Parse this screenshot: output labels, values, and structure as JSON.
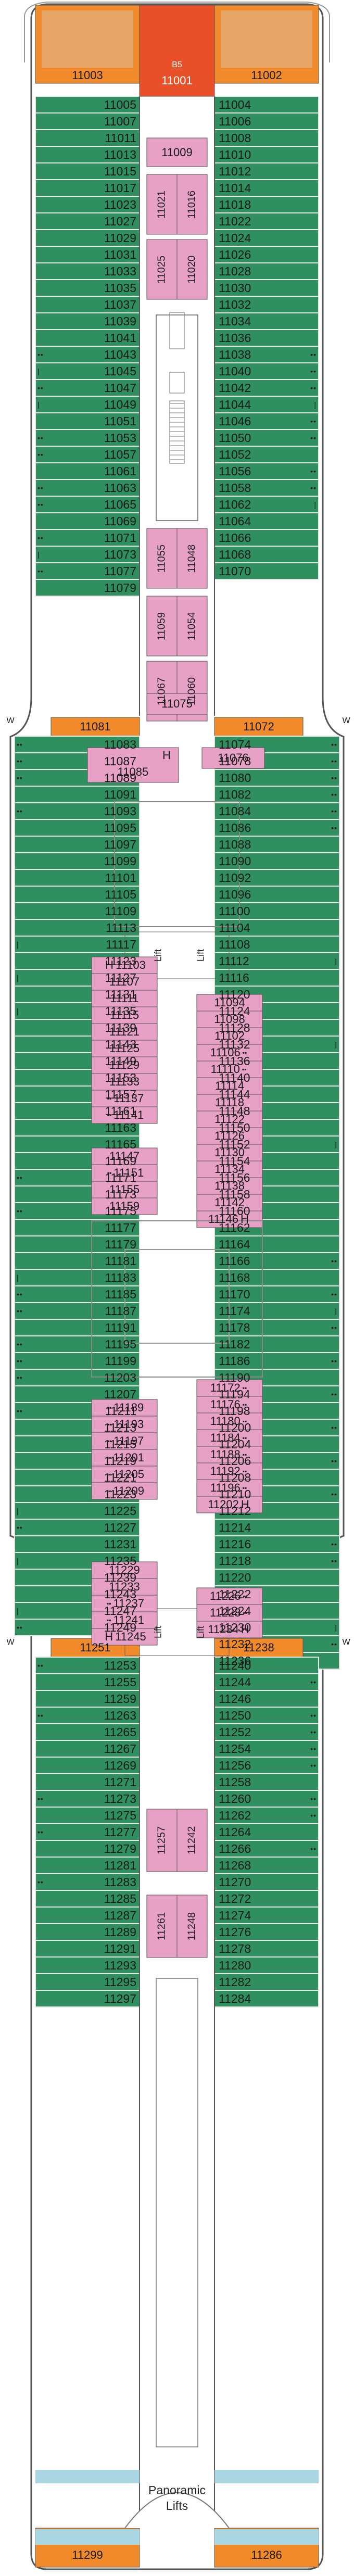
{
  "colors": {
    "balcony": "#2f8f5e",
    "interior": "#e7a0c6",
    "suite_orange": "#f08a2a",
    "suite_red": "#e8502a",
    "lift_glass": "#a9d6e0",
    "corridor": "#ffffff",
    "outline": "#555555"
  },
  "top": {
    "left": "11003",
    "center_top": "B5",
    "center": "11001",
    "right": "11002"
  },
  "left_column": [
    {
      "n": "11005",
      "m": ""
    },
    {
      "n": "11007",
      "m": ""
    },
    {
      "n": "11011",
      "m": ""
    },
    {
      "n": "11013",
      "m": ""
    },
    {
      "n": "11015",
      "m": ""
    },
    {
      "n": "11017",
      "m": ""
    },
    {
      "n": "11023",
      "m": ""
    },
    {
      "n": "11027",
      "m": ""
    },
    {
      "n": "11029",
      "m": ""
    },
    {
      "n": "11031",
      "m": ""
    },
    {
      "n": "11033",
      "m": ""
    },
    {
      "n": "11035",
      "m": ""
    },
    {
      "n": "11037",
      "m": ""
    },
    {
      "n": "11039",
      "m": ""
    },
    {
      "n": "11041",
      "m": ""
    },
    {
      "n": "11043",
      "m": "••"
    },
    {
      "n": "11045",
      "m": "|"
    },
    {
      "n": "11047",
      "m": "••"
    },
    {
      "n": "11049",
      "m": "|"
    },
    {
      "n": "11051",
      "m": ""
    },
    {
      "n": "11053",
      "m": "••"
    },
    {
      "n": "11057",
      "m": "••"
    },
    {
      "n": "11061",
      "m": ""
    },
    {
      "n": "11063",
      "m": "••"
    },
    {
      "n": "11065",
      "m": "••"
    },
    {
      "n": "11069",
      "m": ""
    },
    {
      "n": "11071",
      "m": "••"
    },
    {
      "n": "11073",
      "m": "|"
    },
    {
      "n": "11077",
      "m": "••"
    },
    {
      "n": "11079",
      "m": ""
    }
  ],
  "left_orange_1": "11081",
  "left_column_2": [
    {
      "n": "11083",
      "m": "••"
    },
    {
      "n": "11087",
      "m": "••"
    },
    {
      "n": "11089",
      "m": "••"
    },
    {
      "n": "11091",
      "m": ""
    },
    {
      "n": "11093",
      "m": "••"
    },
    {
      "n": "11095",
      "m": ""
    },
    {
      "n": "11097",
      "m": ""
    },
    {
      "n": "11099",
      "m": ""
    },
    {
      "n": "11101",
      "m": ""
    },
    {
      "n": "11105",
      "m": ""
    },
    {
      "n": "11109",
      "m": ""
    },
    {
      "n": "11113",
      "m": ""
    },
    {
      "n": "11117",
      "m": "|"
    },
    {
      "n": "11123",
      "m": ""
    },
    {
      "n": "11127",
      "m": "|"
    },
    {
      "n": "11131",
      "m": ""
    },
    {
      "n": "11135",
      "m": "|"
    },
    {
      "n": "11139",
      "m": ""
    },
    {
      "n": "11143",
      "m": ""
    },
    {
      "n": "11149",
      "m": ""
    },
    {
      "n": "11153",
      "m": ""
    },
    {
      "n": "11157",
      "m": ""
    },
    {
      "n": "11161",
      "m": ""
    },
    {
      "n": "11163",
      "m": ""
    },
    {
      "n": "11165",
      "m": ""
    },
    {
      "n": "11169",
      "m": ""
    },
    {
      "n": "11171",
      "m": "••"
    },
    {
      "n": "11173",
      "m": ""
    },
    {
      "n": "11175",
      "m": "••"
    },
    {
      "n": "11177",
      "m": ""
    },
    {
      "n": "11179",
      "m": ""
    },
    {
      "n": "11181",
      "m": ""
    },
    {
      "n": "11183",
      "m": "|"
    },
    {
      "n": "11185",
      "m": "••"
    },
    {
      "n": "11187",
      "m": "••"
    },
    {
      "n": "11191",
      "m": ""
    },
    {
      "n": "11195",
      "m": "••"
    },
    {
      "n": "11199",
      "m": "••"
    },
    {
      "n": "11203",
      "m": "••"
    },
    {
      "n": "11207",
      "m": ""
    },
    {
      "n": "11211",
      "m": "••"
    },
    {
      "n": "11213",
      "m": ""
    },
    {
      "n": "11215",
      "m": ""
    },
    {
      "n": "11219",
      "m": ""
    },
    {
      "n": "11221",
      "m": ""
    },
    {
      "n": "11223",
      "m": ""
    },
    {
      "n": "11225",
      "m": "|"
    },
    {
      "n": "11227",
      "m": "••"
    },
    {
      "n": "11231",
      "m": ""
    },
    {
      "n": "11235",
      "m": "|"
    },
    {
      "n": "11239",
      "m": ""
    },
    {
      "n": "11243",
      "m": ""
    },
    {
      "n": "11247",
      "m": "|"
    },
    {
      "n": "11249",
      "m": "••"
    }
  ],
  "left_orange_2": "11251",
  "left_column_3": [
    {
      "n": "11253",
      "m": "••"
    },
    {
      "n": "11255",
      "m": ""
    },
    {
      "n": "11259",
      "m": ""
    },
    {
      "n": "11263",
      "m": "••"
    },
    {
      "n": "11265",
      "m": ""
    },
    {
      "n": "11267",
      "m": ""
    },
    {
      "n": "11269",
      "m": ""
    },
    {
      "n": "11271",
      "m": ""
    },
    {
      "n": "11273",
      "m": "••"
    },
    {
      "n": "11275",
      "m": ""
    },
    {
      "n": "11277",
      "m": "••"
    },
    {
      "n": "11279",
      "m": ""
    },
    {
      "n": "11281",
      "m": ""
    },
    {
      "n": "11283",
      "m": "••"
    },
    {
      "n": "11285",
      "m": ""
    },
    {
      "n": "11287",
      "m": ""
    },
    {
      "n": "11289",
      "m": ""
    },
    {
      "n": "11291",
      "m": ""
    },
    {
      "n": "11293",
      "m": ""
    },
    {
      "n": "11295",
      "m": ""
    },
    {
      "n": "11297",
      "m": ""
    }
  ],
  "left_bottom": "11299",
  "right_column": [
    {
      "n": "11004",
      "m": ""
    },
    {
      "n": "11006",
      "m": ""
    },
    {
      "n": "11008",
      "m": ""
    },
    {
      "n": "11010",
      "m": ""
    },
    {
      "n": "11012",
      "m": ""
    },
    {
      "n": "11014",
      "m": ""
    },
    {
      "n": "11018",
      "m": ""
    },
    {
      "n": "11022",
      "m": ""
    },
    {
      "n": "11024",
      "m": ""
    },
    {
      "n": "11026",
      "m": ""
    },
    {
      "n": "11028",
      "m": ""
    },
    {
      "n": "11030",
      "m": ""
    },
    {
      "n": "11032",
      "m": ""
    },
    {
      "n": "11034",
      "m": ""
    },
    {
      "n": "11036",
      "m": ""
    },
    {
      "n": "11038",
      "m": "••"
    },
    {
      "n": "11040",
      "m": "••"
    },
    {
      "n": "11042",
      "m": "••"
    },
    {
      "n": "11044",
      "m": "|"
    },
    {
      "n": "11046",
      "m": "••"
    },
    {
      "n": "11050",
      "m": "••"
    },
    {
      "n": "11052",
      "m": ""
    },
    {
      "n": "11056",
      "m": "••"
    },
    {
      "n": "11058",
      "m": "••"
    },
    {
      "n": "11062",
      "m": "|"
    },
    {
      "n": "11064",
      "m": ""
    },
    {
      "n": "11066",
      "m": ""
    },
    {
      "n": "11068",
      "m": ""
    },
    {
      "n": "11070",
      "m": ""
    }
  ],
  "right_orange_1": "11072",
  "right_column_2": [
    {
      "n": "11074",
      "m": "••"
    },
    {
      "n": "11078",
      "m": "••"
    },
    {
      "n": "11080",
      "m": "••"
    },
    {
      "n": "11082",
      "m": "••"
    },
    {
      "n": "11084",
      "m": "••"
    },
    {
      "n": "11086",
      "m": "••"
    },
    {
      "n": "11088",
      "m": ""
    },
    {
      "n": "11090",
      "m": ""
    },
    {
      "n": "11092",
      "m": ""
    },
    {
      "n": "11096",
      "m": ""
    },
    {
      "n": "11100",
      "m": ""
    },
    {
      "n": "11104",
      "m": ""
    },
    {
      "n": "11108",
      "m": ""
    },
    {
      "n": "11112",
      "m": "|"
    },
    {
      "n": "11116",
      "m": ""
    },
    {
      "n": "11120",
      "m": ""
    },
    {
      "n": "11124",
      "m": ""
    },
    {
      "n": "11128",
      "m": ""
    },
    {
      "n": "11132",
      "m": "|"
    },
    {
      "n": "11136",
      "m": ""
    },
    {
      "n": "11140",
      "m": ""
    },
    {
      "n": "11144",
      "m": ""
    },
    {
      "n": "11148",
      "m": ""
    },
    {
      "n": "11150",
      "m": ""
    },
    {
      "n": "11152",
      "m": "|"
    },
    {
      "n": "11154",
      "m": ""
    },
    {
      "n": "11156",
      "m": ""
    },
    {
      "n": "11158",
      "m": ""
    },
    {
      "n": "11160",
      "m": ""
    },
    {
      "n": "11162",
      "m": ""
    },
    {
      "n": "11164",
      "m": ""
    },
    {
      "n": "11166",
      "m": "••"
    },
    {
      "n": "11168",
      "m": ""
    },
    {
      "n": "11170",
      "m": "••"
    },
    {
      "n": "11174",
      "m": "|"
    },
    {
      "n": "11178",
      "m": "••"
    },
    {
      "n": "11182",
      "m": ""
    },
    {
      "n": "11186",
      "m": "••"
    },
    {
      "n": "11190",
      "m": ""
    },
    {
      "n": "11194",
      "m": "••"
    },
    {
      "n": "11198",
      "m": ""
    },
    {
      "n": "11200",
      "m": "••"
    },
    {
      "n": "11204",
      "m": ""
    },
    {
      "n": "11206",
      "m": "••"
    },
    {
      "n": "11208",
      "m": ""
    },
    {
      "n": "11210",
      "m": "••"
    },
    {
      "n": "11212",
      "m": ""
    },
    {
      "n": "11214",
      "m": ""
    },
    {
      "n": "11216",
      "m": "••"
    },
    {
      "n": "11218",
      "m": "••"
    },
    {
      "n": "11220",
      "m": ""
    },
    {
      "n": "11222",
      "m": ""
    },
    {
      "n": "11224",
      "m": ""
    },
    {
      "n": "11230",
      "m": "|"
    },
    {
      "n": "11232",
      "m": "••"
    },
    {
      "n": "11236",
      "m": ""
    }
  ],
  "right_orange_2": "11238",
  "right_column_3": [
    {
      "n": "11240",
      "m": ""
    },
    {
      "n": "11244",
      "m": "••"
    },
    {
      "n": "11246",
      "m": ""
    },
    {
      "n": "11250",
      "m": "••"
    },
    {
      "n": "11252",
      "m": "••"
    },
    {
      "n": "11254",
      "m": "••"
    },
    {
      "n": "11256",
      "m": "••"
    },
    {
      "n": "11258",
      "m": ""
    },
    {
      "n": "11260",
      "m": "••"
    },
    {
      "n": "11262",
      "m": "••"
    },
    {
      "n": "11264",
      "m": ""
    },
    {
      "n": "11266",
      "m": "••"
    },
    {
      "n": "11268",
      "m": ""
    },
    {
      "n": "11270",
      "m": ""
    },
    {
      "n": "11272",
      "m": ""
    },
    {
      "n": "11274",
      "m": ""
    },
    {
      "n": "11276",
      "m": ""
    },
    {
      "n": "11278",
      "m": ""
    },
    {
      "n": "11280",
      "m": ""
    },
    {
      "n": "11282",
      "m": ""
    },
    {
      "n": "11284",
      "m": ""
    }
  ],
  "right_bottom": "11286",
  "inner_left_block_1": [
    {
      "n": "11103",
      "pre": "H"
    },
    {
      "n": "11107",
      "pre": ""
    },
    {
      "n": "11111",
      "pre": ""
    },
    {
      "n": "11115",
      "pre": ""
    },
    {
      "n": "11121",
      "pre": ""
    },
    {
      "n": "11125",
      "pre": ""
    },
    {
      "n": "11129",
      "pre": ""
    },
    {
      "n": "11133",
      "pre": ""
    },
    {
      "n": "11137",
      "pre": "▪▪"
    },
    {
      "n": "11141",
      "pre": "▪▪"
    }
  ],
  "inner_left_block_2": [
    {
      "n": "11147",
      "pre": ""
    },
    {
      "n": "11151",
      "pre": "▪▪"
    },
    {
      "n": "11155",
      "pre": ""
    },
    {
      "n": "11159",
      "pre": ""
    }
  ],
  "inner_right_block_1": [
    {
      "n": "11094",
      "post": ""
    },
    {
      "n": "11098",
      "post": ""
    },
    {
      "n": "11102",
      "post": ""
    },
    {
      "n": "11106",
      "post": "▪▪"
    },
    {
      "n": "11110",
      "post": "▪▪"
    },
    {
      "n": "11114",
      "post": ""
    },
    {
      "n": "11118",
      "post": ""
    },
    {
      "n": "11122",
      "post": ""
    },
    {
      "n": "11126",
      "post": ""
    },
    {
      "n": "11130",
      "post": ""
    },
    {
      "n": "11134",
      "post": ""
    },
    {
      "n": "11138",
      "post": ""
    },
    {
      "n": "11142",
      "post": ""
    },
    {
      "n": "11146",
      "post": "H"
    }
  ],
  "inner_left_block_3": [
    {
      "n": "11189",
      "pre": "▪▪"
    },
    {
      "n": "11193",
      "pre": "▪▪"
    },
    {
      "n": "11197",
      "pre": "▪▪"
    },
    {
      "n": "11201",
      "pre": "▪▪"
    },
    {
      "n": "11205",
      "pre": "▪▪"
    },
    {
      "n": "11209",
      "pre": "▪▪"
    }
  ],
  "inner_right_block_2": [
    {
      "n": "11172",
      "post": "▪▪"
    },
    {
      "n": "11176",
      "post": "▪▪"
    },
    {
      "n": "11180",
      "post": "▪▪"
    },
    {
      "n": "11184",
      "post": "▪▪"
    },
    {
      "n": "11188",
      "post": "▪▪"
    },
    {
      "n": "11192",
      "post": "▪▪"
    },
    {
      "n": "11196",
      "post": "▪▪"
    },
    {
      "n": "11202",
      "post": "H"
    }
  ],
  "inner_left_block_4": [
    {
      "n": "11229",
      "pre": ""
    },
    {
      "n": "11233",
      "pre": ""
    },
    {
      "n": "11237",
      "pre": "▪▪"
    },
    {
      "n": "11241",
      "pre": "▪▪"
    },
    {
      "n": "11245",
      "pre": "H"
    }
  ],
  "inner_right_block_3": [
    {
      "n": "11226",
      "post": "▪▪"
    },
    {
      "n": "11228",
      "post": "▪▪"
    },
    {
      "n": "11234",
      "post": "H"
    }
  ],
  "center_vertical_top": [
    {
      "n": "11009",
      "h": false
    },
    {
      "pair": [
        "11021",
        "11016"
      ]
    },
    {
      "pair": [
        "11025",
        "11020"
      ]
    },
    {
      "pair": [
        "11055",
        "11048"
      ]
    },
    {
      "pair": [
        "11059",
        "11054"
      ]
    },
    {
      "pair": [
        "11067",
        "11060"
      ]
    }
  ],
  "center_top_extra": {
    "n": "11075"
  },
  "center_h": {
    "pre": "H",
    "n": "11085"
  },
  "center_right_top": {
    "n": "11076"
  },
  "center_vertical_bottom": [
    {
      "pair": [
        "11257",
        "11242"
      ]
    },
    {
      "pair": [
        "11261",
        "11248"
      ]
    }
  ],
  "lift_label": "Lift",
  "panoramic_label": "Panoramic",
  "panoramic_lifts_label": "Lifts",
  "corner_marker": "W",
  "h_label": "H"
}
